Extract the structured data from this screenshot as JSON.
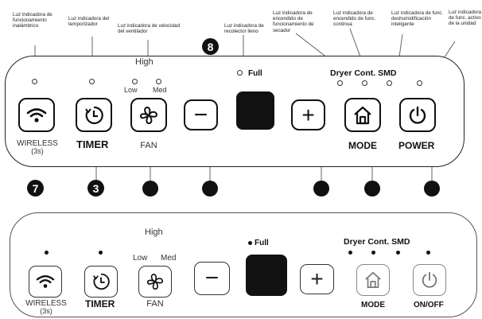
{
  "callouts": {
    "wireless": "Luz indicadora de funcionamiento inalámbrico",
    "timer": "Luz indicadora del temporizador",
    "fan_speed": "Luz indicadora de velocidad del ventilador",
    "tank_full": "Luz indicadora de recolector lleno",
    "dryer": "Luz indicadora de encendido de funcionamiento de secador",
    "continuous": "Luz indicadora de encendido de func. continua",
    "smart_dehum": "Luz indicadora de func. deshumidificación inteligente",
    "power": "Luz indicadora de func. activo de la unidad"
  },
  "top_panel": {
    "high": "High",
    "low": "Low",
    "med": "Med",
    "full": "Full",
    "modes": "Dryer Cont. SMD",
    "wireless": "WIRELESS",
    "wireless_sub": "(3s)",
    "timer": "TIMER",
    "fan": "FAN",
    "mode": "MODE",
    "power": "POWER",
    "badge_full": "8",
    "badge_wireless": "7",
    "badge_timer": "3",
    "minus": "−",
    "plus": "+"
  },
  "bottom_panel": {
    "high": "High",
    "low": "Low",
    "med": "Med",
    "full": "Full",
    "modes": "Dryer Cont. SMD",
    "wireless": "WIRELESS",
    "wireless_sub": "(3s)",
    "timer": "TIMER",
    "fan": "FAN",
    "mode": "MODE",
    "onoff": "ON/OFF",
    "minus": "−",
    "plus": "+"
  }
}
